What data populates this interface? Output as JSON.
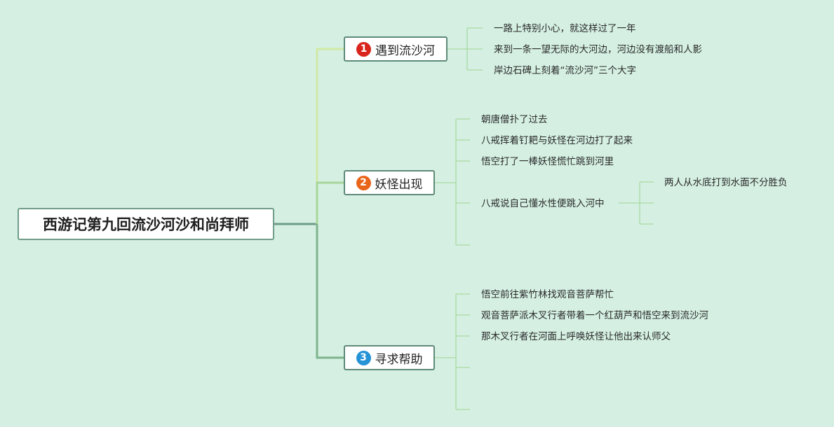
{
  "root": {
    "label": "西游记第九回流沙河沙和尚拜师"
  },
  "branches": [
    {
      "number": "1",
      "label": "遇到流沙河",
      "badge_color": "#d9241c",
      "items": [
        "一路上特别小心，就这样过了一年",
        "来到一条一望无际的大河边，河边没有渡船和人影",
        "岸边石碑上刻着“流沙河”三个大字"
      ]
    },
    {
      "number": "2",
      "label": "妖怪出现",
      "badge_color": "#e8651a",
      "items": [
        "朝唐僧扑了过去",
        "八戒挥着钉耙与妖怪在河边打了起来",
        "悟空打了一棒妖怪慌忙跳到河里",
        "八戒说自己懂水性便跳入河中"
      ],
      "sub_items": [
        "两人从水底打到水面不分胜负"
      ]
    },
    {
      "number": "3",
      "label": "寻求帮助",
      "badge_color": "#2593d6",
      "items": [
        "悟空前往紫竹林找观音菩萨帮忙",
        "观音菩萨派木叉行者带着一个红葫芦和悟空来到流沙河",
        "那木叉行者在河面上呼唤妖怪让他出来认师父"
      ]
    }
  ],
  "colors": {
    "background": "#d5f0e3",
    "trunk_line": "#6f9c89",
    "branch1_line": "#cfe9a6",
    "branch2_line": "#a8d69a",
    "branch3_line": "#7fb48e",
    "leaf_line": "#a9d9a0"
  }
}
